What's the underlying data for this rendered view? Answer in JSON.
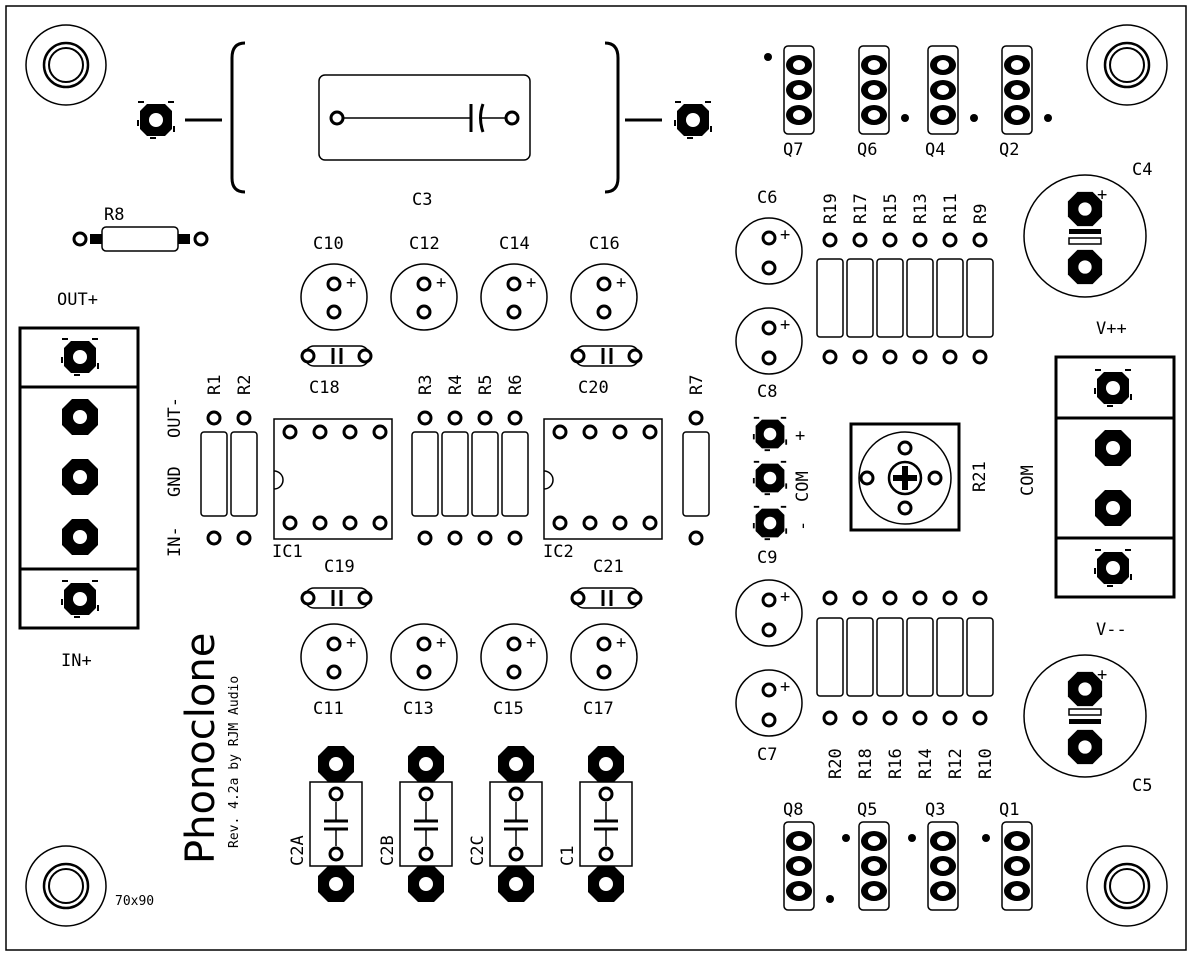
{
  "board": {
    "title": "Phonoclone",
    "revision": "Rev. 4.2a by RJM Audio",
    "size": "70x90"
  },
  "labels": {
    "C3": "C3",
    "R8": "R8",
    "OUT_plus": "OUT+",
    "IN_plus": "IN+",
    "OUT_minus": "OUT-",
    "GND": "GND",
    "IN_minus": "IN-",
    "C10": "C10",
    "C12": "C12",
    "C14": "C14",
    "C16": "C16",
    "C18": "C18",
    "C20": "C20",
    "C19": "C19",
    "C21": "C21",
    "C11": "C11",
    "C13": "C13",
    "C15": "C15",
    "C17": "C17",
    "R1": "R1",
    "R2": "R2",
    "R3": "R3",
    "R4": "R4",
    "R5": "R5",
    "R6": "R6",
    "R7": "R7",
    "IC1": "IC1",
    "IC2": "IC2",
    "C2A": "C2A",
    "C2B": "C2B",
    "C2C": "C2C",
    "C1": "C1",
    "Q7": "Q7",
    "Q6": "Q6",
    "Q4": "Q4",
    "Q2": "Q2",
    "Q8": "Q8",
    "Q5": "Q5",
    "Q3": "Q3",
    "Q1": "Q1",
    "C4": "C4",
    "C5": "C5",
    "C6": "C6",
    "C7": "C7",
    "C8": "C8",
    "C9": "C9",
    "R9": "R9",
    "R11": "R11",
    "R13": "R13",
    "R15": "R15",
    "R17": "R17",
    "R19": "R19",
    "R10": "R10",
    "R12": "R12",
    "R14": "R14",
    "R16": "R16",
    "R18": "R18",
    "R20": "R20",
    "R21": "R21",
    "COM": "COM",
    "COM2": "COM",
    "plus": "+",
    "minus": "-",
    "Vpp": "V++",
    "Vmm": "V--"
  }
}
